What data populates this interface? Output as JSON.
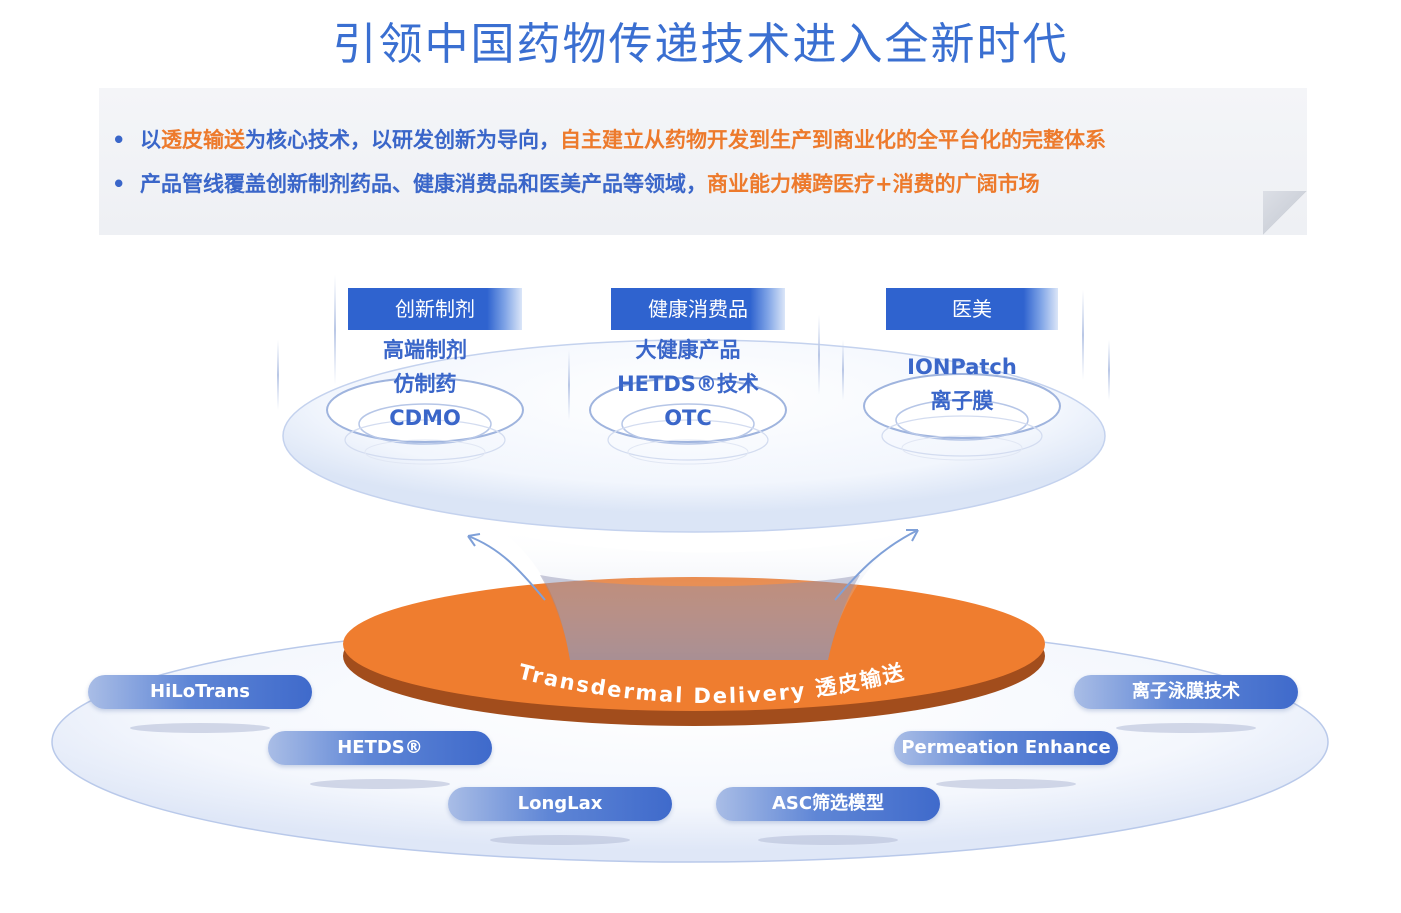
{
  "title": "引领中国药物传递技术进入全新时代",
  "bullets": [
    {
      "segments": [
        {
          "text": "以",
          "color": "blue"
        },
        {
          "text": "透皮输送",
          "color": "orange"
        },
        {
          "text": "为核心技术，以研发创新为导向，",
          "color": "blue"
        },
        {
          "text": "自主建立从药物开发到生产到商业化的全平台化的完整体系",
          "color": "orange"
        }
      ]
    },
    {
      "segments": [
        {
          "text": "产品管线覆盖创新制剂药品、健康消费品和医美产品等领域，",
          "color": "blue"
        },
        {
          "text": "商业能力横跨医疗+消费的广阔市场",
          "color": "orange"
        }
      ]
    }
  ],
  "bullet_marker": "•",
  "categories": [
    {
      "label": "创新制剂",
      "items": [
        "高端制剂",
        "仿制药",
        "CDMO"
      ]
    },
    {
      "label": "健康消费品",
      "items": [
        "大健康产品",
        "HETDS®技术",
        "OTC"
      ]
    },
    {
      "label": "医美",
      "items": [
        "IONPatch",
        "离子膜"
      ]
    }
  ],
  "core_label": "Transdermal Delivery 透皮输送",
  "technologies_left": [
    "HiLoTrans",
    "HETDS®",
    "LongLax"
  ],
  "technologies_right": [
    "离子泳膜技术",
    "Permeation Enhance",
    "ASC筛选模型"
  ],
  "colors": {
    "blue": "#3a66c9",
    "orange": "#ed7a2c",
    "title_blue": "#3a6fd1",
    "category_blue": "#2f63cf",
    "core_orange": "#ef7d2f",
    "core_edge": "#a24d1c"
  }
}
